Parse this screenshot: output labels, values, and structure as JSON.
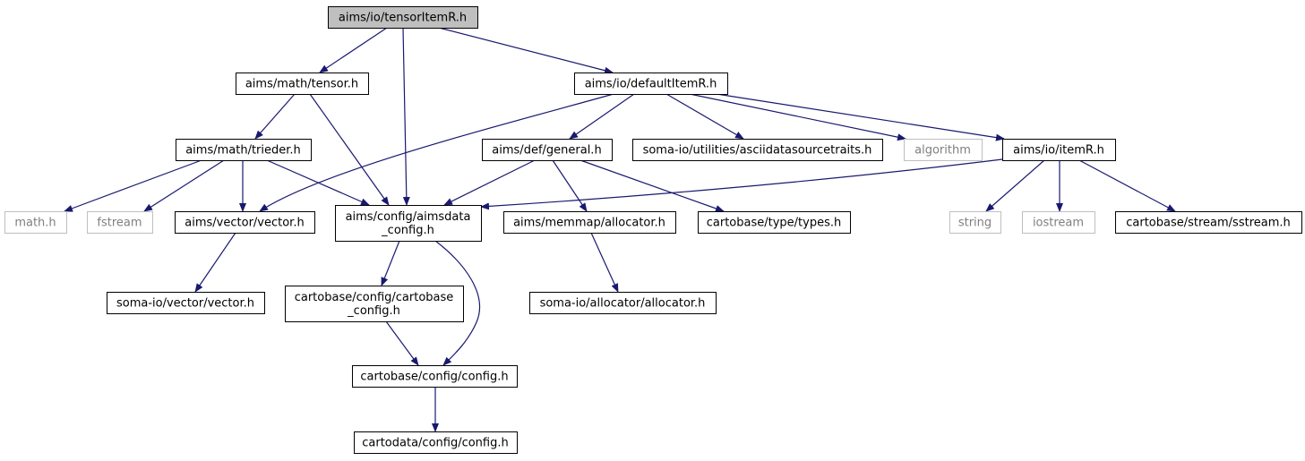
{
  "colors": {
    "edge": "#191970",
    "node_border": "#000000",
    "external_border": "#bfbfbf",
    "external_text": "#7f7f7f",
    "root_fill": "#bfbfbf",
    "node_fill": "#ffffff",
    "text": "#000000"
  },
  "nodes": [
    {
      "id": "tensorItemR",
      "lines": [
        "aims/io/tensorItemR.h"
      ],
      "kind": "root"
    },
    {
      "id": "tensor",
      "lines": [
        "aims/math/tensor.h"
      ],
      "kind": "normal"
    },
    {
      "id": "defaultItemR",
      "lines": [
        "aims/io/defaultItemR.h"
      ],
      "kind": "normal"
    },
    {
      "id": "trieder",
      "lines": [
        "aims/math/trieder.h"
      ],
      "kind": "normal"
    },
    {
      "id": "general",
      "lines": [
        "aims/def/general.h"
      ],
      "kind": "normal"
    },
    {
      "id": "asciidata",
      "lines": [
        "soma-io/utilities/asciidatasourcetraits.h"
      ],
      "kind": "normal"
    },
    {
      "id": "algorithm",
      "lines": [
        "algorithm"
      ],
      "kind": "external"
    },
    {
      "id": "itemR",
      "lines": [
        "aims/io/itemR.h"
      ],
      "kind": "normal"
    },
    {
      "id": "math",
      "lines": [
        "math.h"
      ],
      "kind": "external"
    },
    {
      "id": "fstream",
      "lines": [
        "fstream"
      ],
      "kind": "external"
    },
    {
      "id": "vector",
      "lines": [
        "aims/vector/vector.h"
      ],
      "kind": "normal"
    },
    {
      "id": "aimsdata_config",
      "lines": [
        "aims/config/aimsdata",
        "_config.h"
      ],
      "kind": "normal"
    },
    {
      "id": "allocator",
      "lines": [
        "aims/memmap/allocator.h"
      ],
      "kind": "normal"
    },
    {
      "id": "types",
      "lines": [
        "cartobase/type/types.h"
      ],
      "kind": "normal"
    },
    {
      "id": "string",
      "lines": [
        "string"
      ],
      "kind": "external"
    },
    {
      "id": "iostream",
      "lines": [
        "iostream"
      ],
      "kind": "external"
    },
    {
      "id": "sstream",
      "lines": [
        "cartobase/stream/sstream.h"
      ],
      "kind": "normal"
    },
    {
      "id": "soma_vector",
      "lines": [
        "soma-io/vector/vector.h"
      ],
      "kind": "normal"
    },
    {
      "id": "cartobase_config",
      "lines": [
        "cartobase/config/cartobase",
        "_config.h"
      ],
      "kind": "normal"
    },
    {
      "id": "soma_allocator",
      "lines": [
        "soma-io/allocator/allocator.h"
      ],
      "kind": "normal"
    },
    {
      "id": "config",
      "lines": [
        "cartobase/config/config.h"
      ],
      "kind": "normal"
    },
    {
      "id": "cartodata_config",
      "lines": [
        "cartodata/config/config.h"
      ],
      "kind": "normal"
    }
  ],
  "edges": [
    [
      "tensorItemR",
      "tensor"
    ],
    [
      "tensorItemR",
      "aimsdata_config"
    ],
    [
      "tensorItemR",
      "defaultItemR"
    ],
    [
      "tensor",
      "trieder"
    ],
    [
      "tensor",
      "aimsdata_config"
    ],
    [
      "defaultItemR",
      "vector"
    ],
    [
      "defaultItemR",
      "general"
    ],
    [
      "defaultItemR",
      "asciidata"
    ],
    [
      "defaultItemR",
      "algorithm"
    ],
    [
      "defaultItemR",
      "itemR"
    ],
    [
      "trieder",
      "math"
    ],
    [
      "trieder",
      "fstream"
    ],
    [
      "trieder",
      "vector"
    ],
    [
      "trieder",
      "aimsdata_config"
    ],
    [
      "general",
      "aimsdata_config"
    ],
    [
      "general",
      "allocator"
    ],
    [
      "general",
      "types"
    ],
    [
      "itemR",
      "aimsdata_config"
    ],
    [
      "itemR",
      "string"
    ],
    [
      "itemR",
      "iostream"
    ],
    [
      "itemR",
      "sstream"
    ],
    [
      "vector",
      "soma_vector"
    ],
    [
      "aimsdata_config",
      "cartobase_config"
    ],
    [
      "aimsdata_config",
      "config"
    ],
    [
      "allocator",
      "soma_allocator"
    ],
    [
      "cartobase_config",
      "config"
    ],
    [
      "config",
      "cartodata_config"
    ]
  ]
}
